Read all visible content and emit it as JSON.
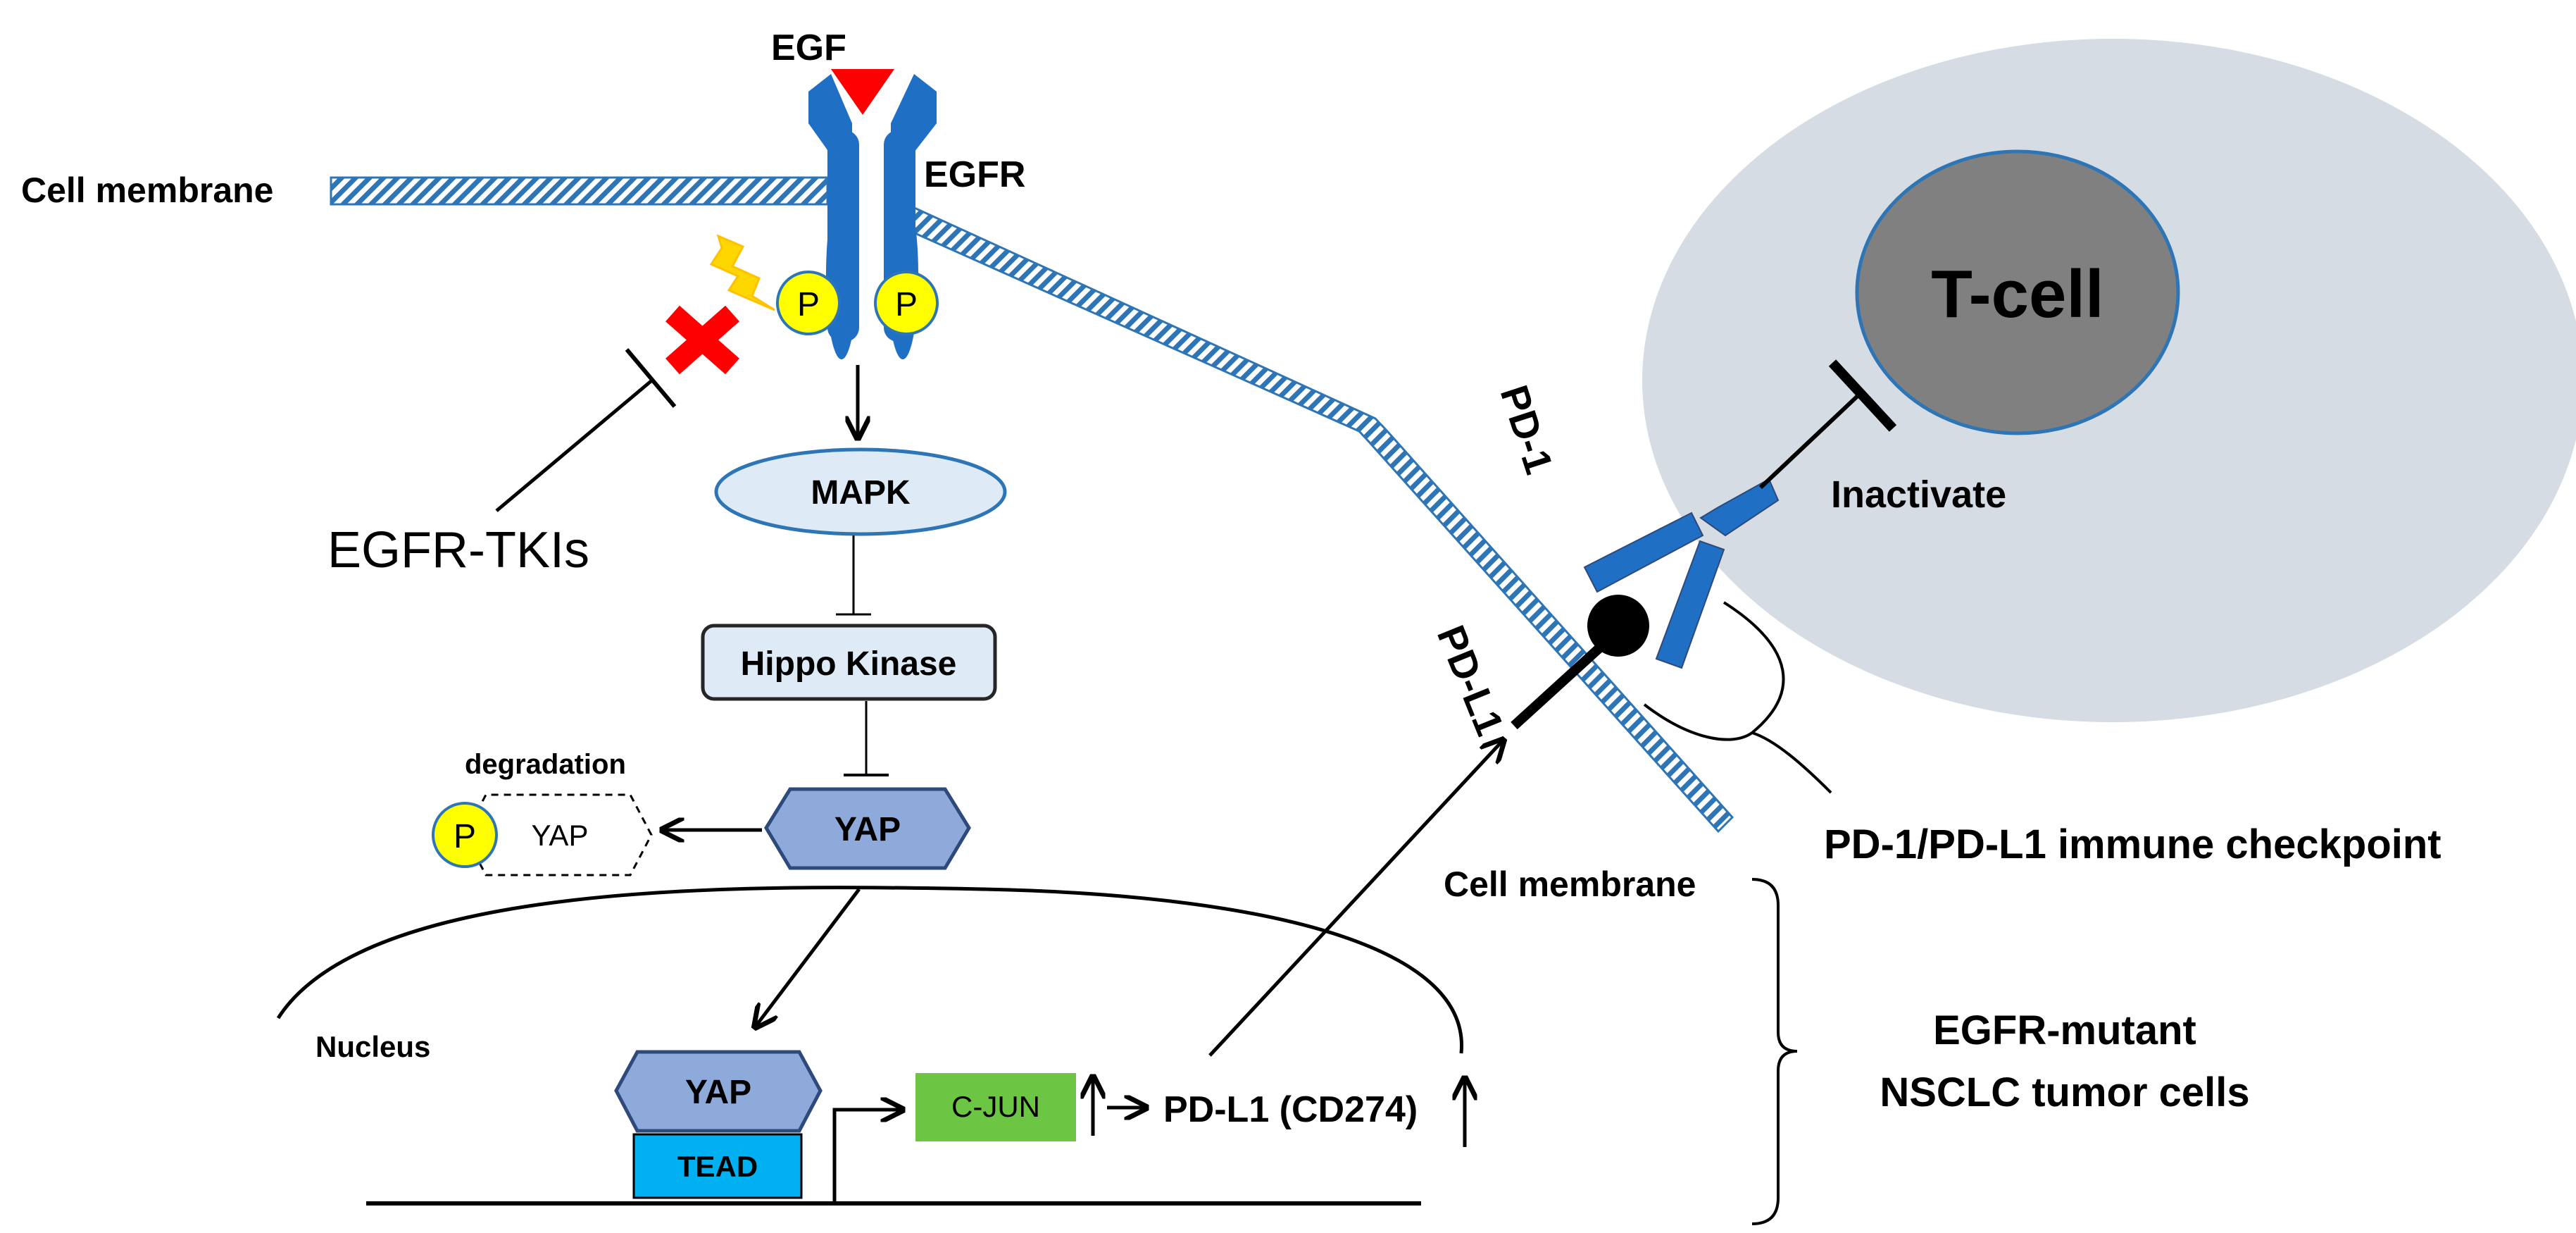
{
  "labels": {
    "egf": "EGF",
    "egfr": "EGFR",
    "cell_membrane_top": "Cell membrane",
    "p_left": "P",
    "p_right": "P",
    "egfr_tkis": "EGFR-TKIs",
    "mapk": "MAPK",
    "hippo_kinase": "Hippo Kinase",
    "yap": "YAP",
    "degradation": "degradation",
    "p_degraded": "P",
    "yap_degraded": "YAP",
    "nucleus": "Nucleus",
    "yap_nucleus": "YAP",
    "tead": "TEAD",
    "cjun": "C-JUN",
    "pdl1_gene": "PD-L1 (CD274)",
    "tcell": "T-cell",
    "pd1": "PD-1",
    "inactivate": "Inactivate",
    "pdl1": "PD-L1",
    "checkpoint": "PD-1/PD-L1 immune checkpoint",
    "cell_membrane_bottom": "Cell membrane",
    "tumor_line1": "EGFR-mutant",
    "tumor_line2": "NSCLC tumor cells"
  },
  "colors": {
    "receptor_blue": "#1F6FC4",
    "membrane_blue": "#2E75B6",
    "egf_red": "#FF0000",
    "phospho_yellow": "#FFFF00",
    "lightning": "#FFD700",
    "inhibit_x": "#FF0000",
    "mapk_fill": "#DEEBF7",
    "yap_fill": "#8EAADB",
    "tead_fill": "#00B0F0",
    "cjun_fill": "#6CC644",
    "tcell_outer": "#D6DCE4",
    "tcell_nucleus": "#808080"
  }
}
